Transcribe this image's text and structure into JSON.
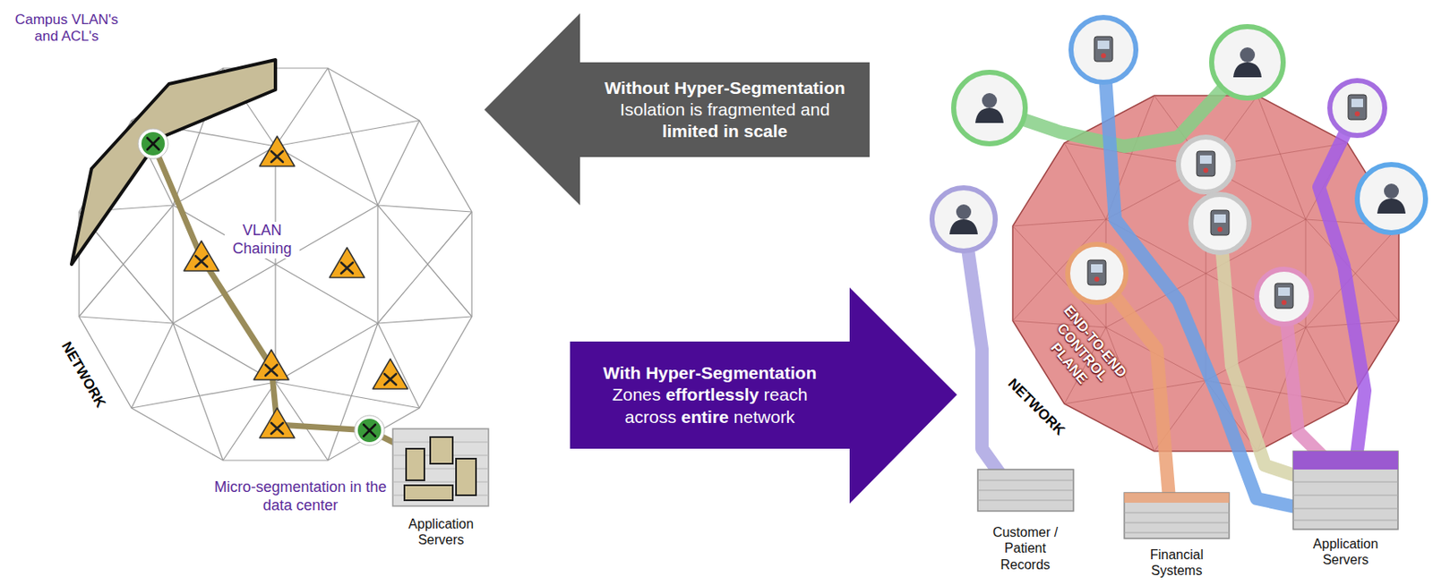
{
  "diagram": {
    "nodes": [
      {
        "text": [
          "Without Hyper-Segmentation",
          "Isolation is fragmented and limited in scale"
        ]
      },
      {
        "text": [
          "With Hyper-Segmentation",
          "Zones effortlessly reach across entire network"
        ]
      }
    ],
    "labels": [
      "Campus VLAN's and ACL's",
      "VLAN Chaining",
      "NETWORK",
      "Micro-segmentation in the data center",
      "Application Servers",
      "END-TO-END CONTROL PLANE",
      "NETWORK",
      "Customer / Patient Records",
      "Financial Systems",
      "Application Servers"
    ]
  }
}
